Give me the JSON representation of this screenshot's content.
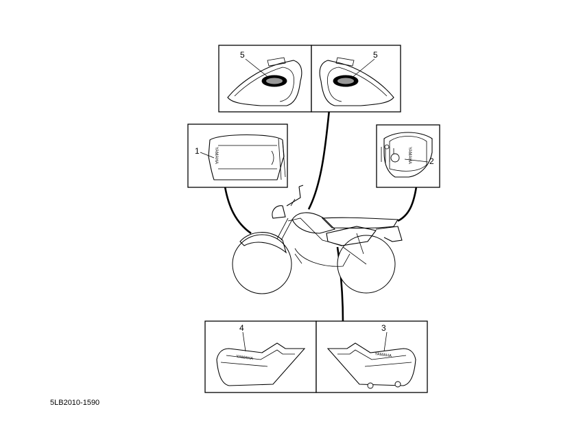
{
  "callouts": {
    "fuel_tank_left": "5",
    "fuel_tank_right": "5",
    "seat": "1",
    "front_fender": "2",
    "side_cover_left": "4",
    "side_cover_right": "3"
  },
  "emblem_text": {
    "seat": "YAMAHA",
    "front_fender": "YAMAHA",
    "side_cover_left": "YAMAHA",
    "side_cover_right": "YAMAHA"
  },
  "figure_code": "5LB2010-1590"
}
